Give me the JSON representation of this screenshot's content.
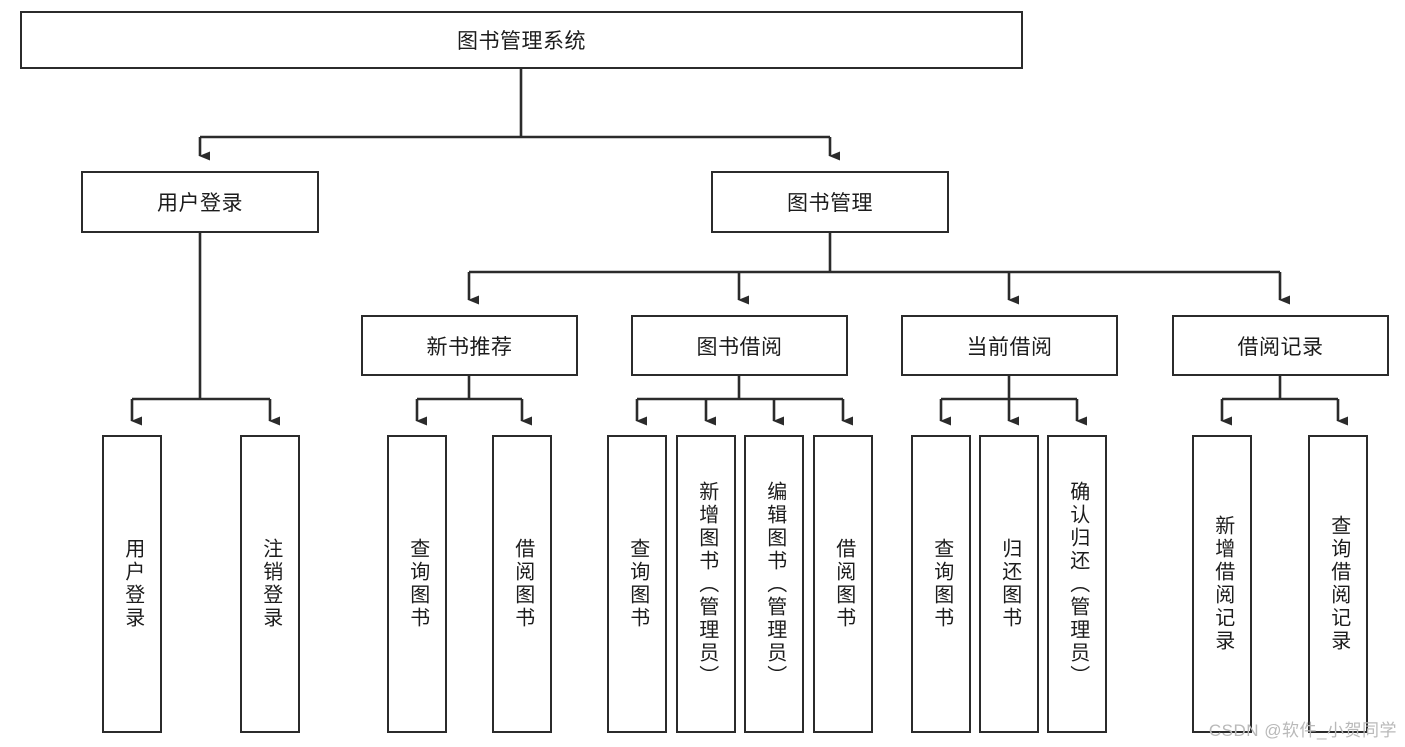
{
  "diagram": {
    "title": "图书管理系统",
    "type": "tree",
    "orientation": "top-down",
    "colors": {
      "node_border": "#2b2b2b",
      "node_fill": "#ffffff",
      "edge": "#2b2b2b",
      "text": "#1c1c1c",
      "watermark": "#b9b9b9",
      "background": "#ffffff"
    },
    "nodes": {
      "root": {
        "label": "图书管理系统",
        "level": 0,
        "text_direction": "horizontal"
      },
      "l1": [
        {
          "id": "user_login",
          "label": "用户登录",
          "text_direction": "horizontal"
        },
        {
          "id": "book_manage",
          "label": "图书管理",
          "text_direction": "horizontal"
        }
      ],
      "l2": [
        {
          "id": "new_book_rec",
          "label": "新书推荐",
          "parent": "book_manage",
          "text_direction": "horizontal"
        },
        {
          "id": "book_borrow",
          "label": "图书借阅",
          "parent": "book_manage",
          "text_direction": "horizontal"
        },
        {
          "id": "current_borrow",
          "label": "当前借阅",
          "parent": "book_manage",
          "text_direction": "horizontal"
        },
        {
          "id": "borrow_record",
          "label": "借阅记录",
          "parent": "book_manage",
          "text_direction": "horizontal"
        }
      ],
      "leaves": [
        {
          "id": "leaf_user_login",
          "label": "用户登录",
          "parent": "user_login",
          "text_direction": "vertical"
        },
        {
          "id": "leaf_user_logout",
          "label": "注销登录",
          "parent": "user_login",
          "text_direction": "vertical"
        },
        {
          "id": "leaf_query_book_1",
          "label": "查询图书",
          "parent": "new_book_rec",
          "text_direction": "vertical"
        },
        {
          "id": "leaf_borrow_book_1",
          "label": "借阅图书",
          "parent": "new_book_rec",
          "text_direction": "vertical"
        },
        {
          "id": "leaf_query_book_2",
          "label": "查询图书",
          "parent": "book_borrow",
          "text_direction": "vertical"
        },
        {
          "id": "leaf_add_book",
          "label": "新增图书（管理员）",
          "parent": "book_borrow",
          "text_direction": "vertical"
        },
        {
          "id": "leaf_edit_book",
          "label": "编辑图书（管理员）",
          "parent": "book_borrow",
          "text_direction": "vertical"
        },
        {
          "id": "leaf_borrow_book_2",
          "label": "借阅图书",
          "parent": "book_borrow",
          "text_direction": "vertical"
        },
        {
          "id": "leaf_query_book_3",
          "label": "查询图书",
          "parent": "current_borrow",
          "text_direction": "vertical"
        },
        {
          "id": "leaf_return_book",
          "label": "归还图书",
          "parent": "current_borrow",
          "text_direction": "vertical"
        },
        {
          "id": "leaf_confirm_return",
          "label": "确认归还（管理员）",
          "parent": "current_borrow",
          "text_direction": "vertical"
        },
        {
          "id": "leaf_add_record",
          "label": "新增借阅记录",
          "parent": "borrow_record",
          "text_direction": "vertical"
        },
        {
          "id": "leaf_query_record",
          "label": "查询借阅记录",
          "parent": "borrow_record",
          "text_direction": "vertical"
        }
      ]
    },
    "watermark": "CSDN @软件_小贺同学"
  }
}
